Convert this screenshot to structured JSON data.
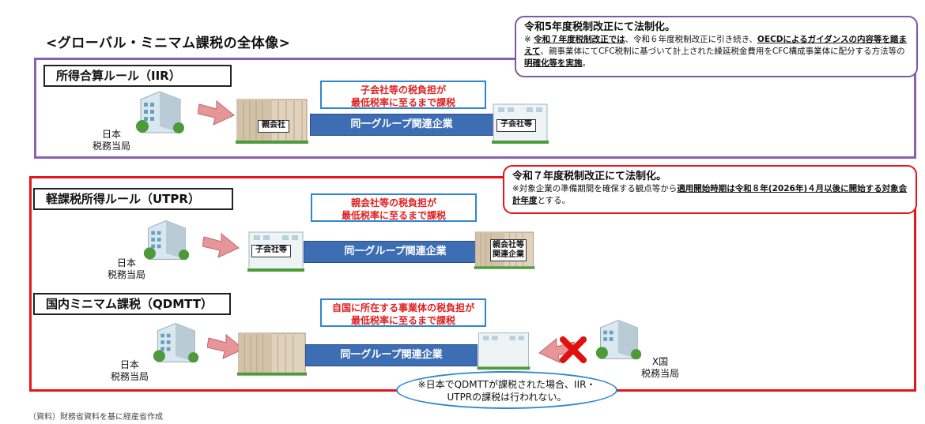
{
  "title": "<グローバル・ミニマム課税の全体像>",
  "iir": {
    "label": "所得合算ルール（IIR）",
    "callout_line1": "子会社等の税負担が",
    "callout_line2": "最低税率に至るまで課税",
    "bar_label": "同一グループ関連企業",
    "parent_tag": "親会社",
    "sub_tag": "子会社等",
    "authority_line1": "日本",
    "authority_line2": "税務当局"
  },
  "note_iir": {
    "head": "令和5年度税制改正にて法制化。",
    "body_prefix": "※ ",
    "body_b1": "令和７年度税制改正では",
    "body_t1": "、令和６年度税制改正に引き続き、",
    "body_b2": "OECDによるガイダンスの内容等を踏まえて",
    "body_t2": "、親事業体にてCFC税制に基づいて計上された繰延税金費用をCFC構成事業体に配分する方法等の",
    "body_b3": "明確化等を実施",
    "body_t3": "。"
  },
  "utpr": {
    "label": "軽課税所得ルール（UTPR）",
    "callout_line1": "親会社等の税負担が",
    "callout_line2": "最低税率に至るまで課税",
    "bar_label": "同一グループ関連企業",
    "sub_tag": "子会社等",
    "parent_tag_line1": "親会社等",
    "parent_tag_line2": "関連企業",
    "authority_line1": "日本",
    "authority_line2": "税務当局"
  },
  "note_utpr": {
    "head": "令和７年度税制改正にて法制化。",
    "body_t1": "※対象企業の準備期間を確保する観点等から",
    "body_b1": "適用開始時期は令和８年(2026年)４月以後に開始する対象会計年度",
    "body_t2": "とする。"
  },
  "qdmtt": {
    "label": "国内ミニマム課税（QDMTT）",
    "callout_line1": "自国に所在する事業体の税負担が",
    "callout_line2": "最低税率に至るまで課税",
    "bar_label": "同一グループ関連企業",
    "authority_line1": "日本",
    "authority_line2": "税務当局",
    "foreign_line1": "X国",
    "foreign_line2": "税務当局",
    "ellipse_line1": "※日本でQDMTTが課税された場合、IIR・",
    "ellipse_line2": "UTPRの課税は行われない。"
  },
  "source": "（資料）財務省資料を基に経産省作成",
  "colors": {
    "purple": "#8a5fb5",
    "red": "#e8141c",
    "blue_bar": "#3d6db3",
    "callout_border": "#2e86d0",
    "arrow": "#e89090"
  }
}
